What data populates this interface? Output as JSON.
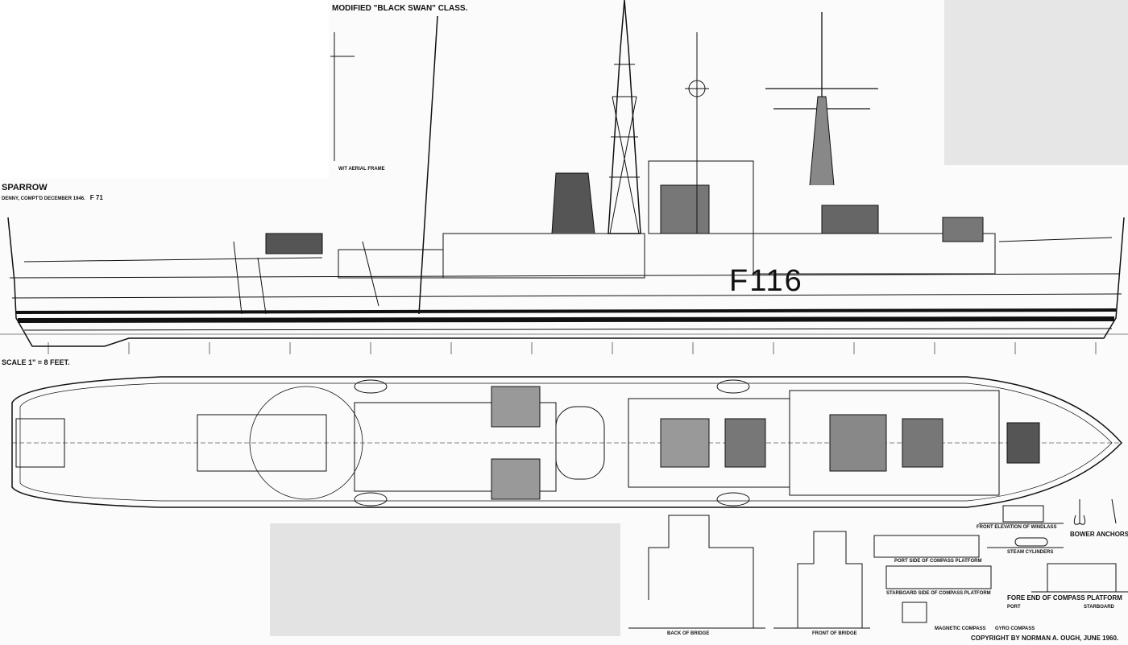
{
  "title": "MODIFIED \"BLACK SWAN\" CLASS.",
  "ship": {
    "name": "SPARROW",
    "builder_line": "DENNY, COMPT'D DECEMBER 1946.",
    "pennant_original": "F 71",
    "pennant_painted": "F116"
  },
  "scale": "SCALE 1\" = 8 FEET.",
  "aerial_note": "W/T AERIAL FRAME",
  "details": {
    "back_of_bridge": "BACK OF BRIDGE",
    "front_of_bridge": "FRONT OF BRIDGE",
    "port_side_compass": "PORT SIDE OF COMPASS PLATFORM",
    "starboard_side_compass": "STARBOARD SIDE OF COMPASS PLATFORM",
    "windlass": "FRONT ELEVATION OF WINDLASS",
    "steam_cylinders": "STEAM CYLINDERS",
    "bower_anchors": "BOWER ANCHORS",
    "fore_end_compass": "FORE END OF COMPASS PLATFORM",
    "port": "PORT",
    "starboard": "STARBOARD",
    "magnetic_compass": "MAGNETIC COMPASS",
    "gyro_compass": "GYRO COMPASS"
  },
  "copyright": "COPYRIGHT BY NORMAN A. OUGH, JUNE 1960."
}
